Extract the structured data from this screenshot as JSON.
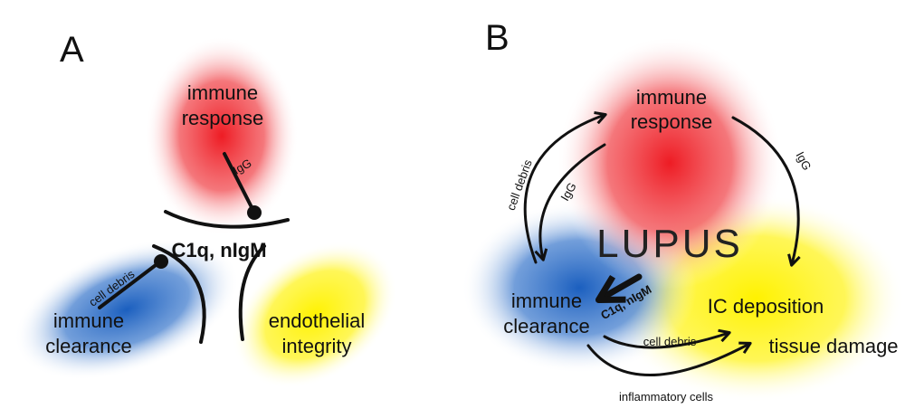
{
  "colors": {
    "immune_response": "#ee1c24",
    "immune_clearance": "#1b5fbf",
    "endothelial": "#fff200",
    "ic_deposition": "#fff200",
    "ink": "#111111"
  },
  "panel_a": {
    "letter": "A",
    "immune_response": {
      "line1": "immune",
      "line2": "response"
    },
    "immune_clearance": {
      "line1": "immune",
      "line2": "clearance"
    },
    "endothelial": {
      "line1": "endothelial",
      "line2": "integrity"
    },
    "center": "C1q, nIgM",
    "igg": "IgG",
    "cell_debris": "cell debris"
  },
  "panel_b": {
    "letter": "B",
    "immune_response": {
      "line1": "immune",
      "line2": "response"
    },
    "immune_clearance": {
      "line1": "immune",
      "line2": "clearance"
    },
    "ic_deposition": "IC deposition",
    "tissue_damage": "tissue damage",
    "lupus": "LUPUS",
    "c1q": "C1q, nIgM",
    "cell_debris_left": "cell debris",
    "igg_left": "IgG",
    "igg_right": "IgG",
    "cell_debris_bottom": "cell debris",
    "inflammatory_cells": "inflammatory cells"
  }
}
